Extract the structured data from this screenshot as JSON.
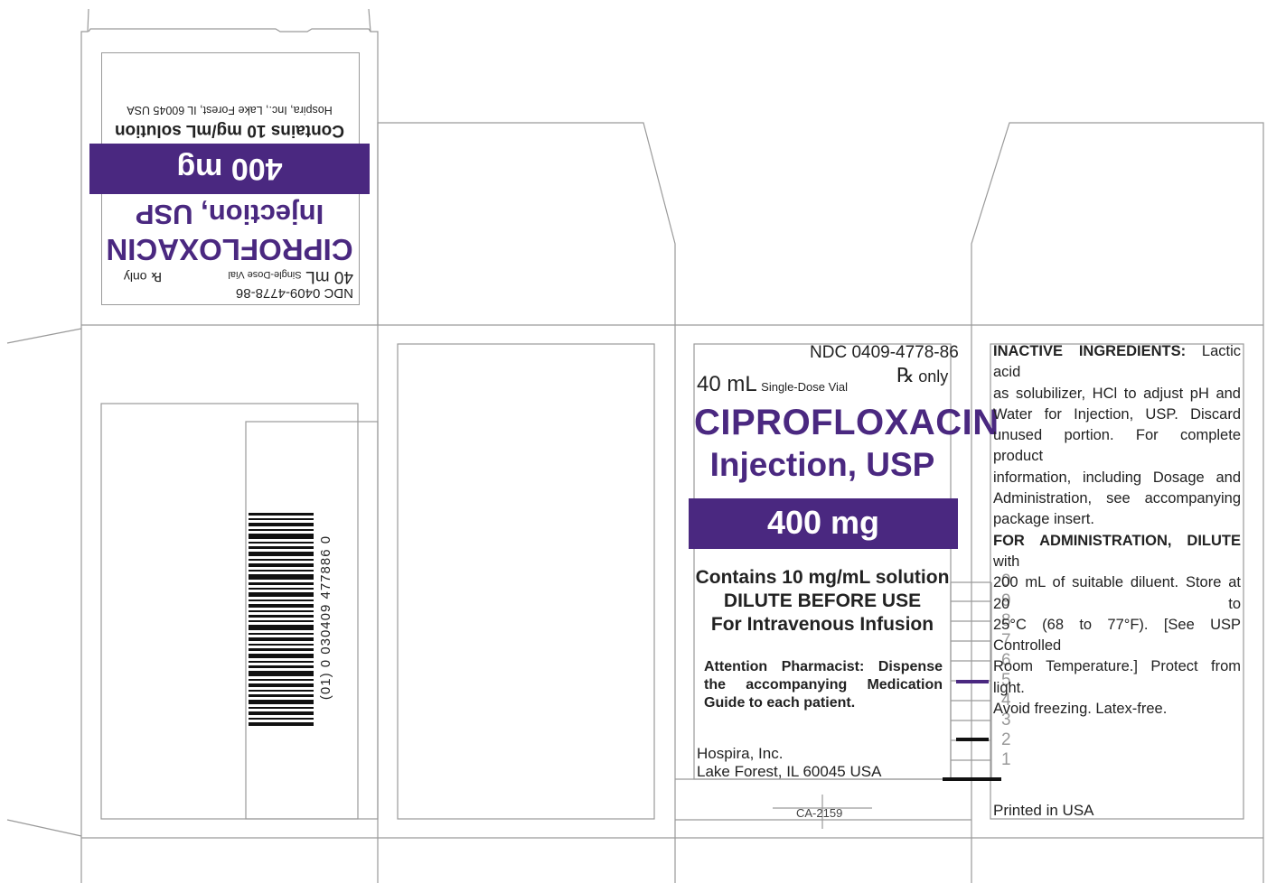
{
  "main_panel": {
    "ndc": "NDC 0409-4778-86",
    "volume": "40 mL",
    "vial_type": "Single-Dose Vial",
    "rx_symbol": "℞",
    "rx_only": "only",
    "drug_name": "CIPROFLOXACIN",
    "drug_form": "Injection, USP",
    "strength": "400 mg",
    "concentration": "Contains 10 mg/mL solution",
    "dilute": "DILUTE BEFORE USE",
    "route": "For Intravenous Infusion",
    "attention_lines": [
      "Attention Pharmacist: Dispense",
      "the accompanying Medication",
      "Guide to each patient."
    ],
    "manufacturer": "Hospira, Inc.",
    "address": "Lake Forest, IL 60045 USA",
    "code": "CA-2159"
  },
  "top_flap": {
    "ndc": "NDC 0409-4778-86",
    "volume": "40 mL",
    "vial_type": "Single-Dose Vial",
    "rx_only": "℞ only",
    "drug_name": "CIPROFLOXACIN",
    "drug_form": "Injection, USP",
    "strength": "400 mg",
    "concentration": "Contains 10 mg/mL solution",
    "manufacturer_line": "Hospira, Inc., Lake Forest, IL 60045 USA"
  },
  "side_panel": {
    "lines": [
      {
        "bold": "INACTIVE INGREDIENTS:",
        "text": " Lactic acid"
      },
      {
        "bold": "",
        "text": "as solubilizer, HCl to adjust pH and"
      },
      {
        "bold": "",
        "text": "Water for Injection, USP. Discard"
      },
      {
        "bold": "",
        "text": "unused portion. For complete product"
      },
      {
        "bold": "",
        "text": "information, including Dosage and"
      },
      {
        "bold": "",
        "text": "Administration, see accompanying"
      },
      {
        "bold": "",
        "text": "package insert."
      },
      {
        "bold": "FOR ADMINISTRATION, DILUTE",
        "text": " with"
      },
      {
        "bold": "",
        "text": "200 mL of suitable diluent. Store at 20 to"
      },
      {
        "bold": "",
        "text": "25°C (68 to 77°F). [See USP Controlled"
      },
      {
        "bold": "",
        "text": "Room Temperature.] Protect from light."
      },
      {
        "bold": "",
        "text": "Avoid freezing. Latex-free."
      }
    ],
    "printed": "Printed in USA"
  },
  "barcode_text": "(01) 0 030409 477886 0",
  "graduation_numbers": [
    "0",
    "9",
    "8",
    "7",
    "6",
    "5",
    "4",
    "3",
    "2",
    "1"
  ],
  "colors": {
    "brand_purple": "#4a2880",
    "dieline_gray": "#9a9a9a"
  }
}
